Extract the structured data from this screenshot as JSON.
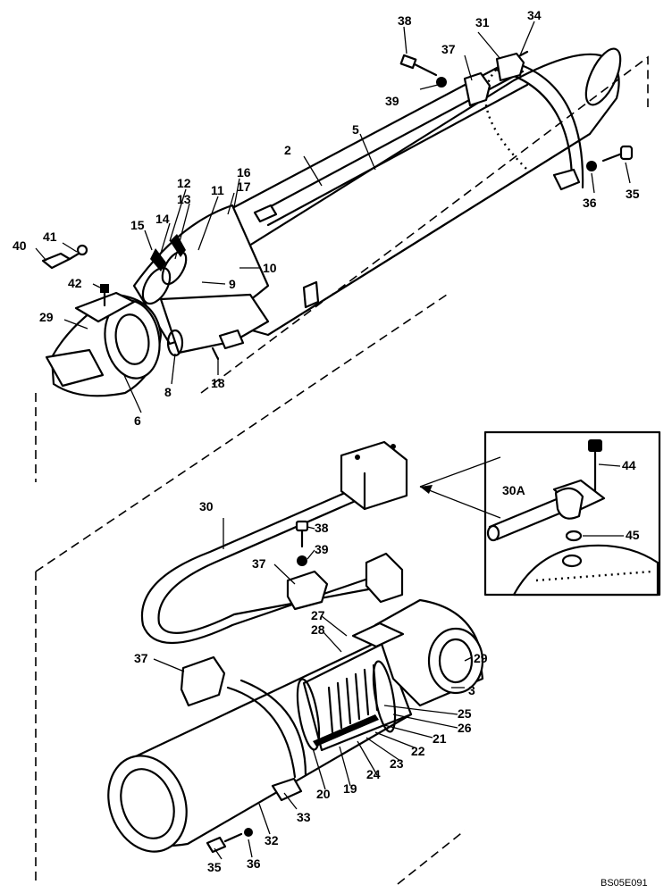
{
  "callouts": {
    "c2": "2",
    "c3": "3",
    "c5": "5",
    "c6": "6",
    "c8": "8",
    "c9": "9",
    "c10": "10",
    "c11": "11",
    "c12": "12",
    "c13": "13",
    "c14": "14",
    "c15": "15",
    "c16": "16",
    "c17": "17",
    "c18": "18",
    "c19": "19",
    "c20": "20",
    "c21": "21",
    "c22": "22",
    "c23": "23",
    "c24": "24",
    "c25": "25",
    "c26": "26",
    "c27": "27",
    "c28": "28",
    "c29a": "29",
    "c29b": "29",
    "c30": "30",
    "c30a": "30A",
    "c31": "31",
    "c32": "32",
    "c33": "33",
    "c34": "34",
    "c35a": "35",
    "c35b": "35",
    "c36a": "36",
    "c36b": "36",
    "c37a": "37",
    "c37b": "37",
    "c37c": "37",
    "c38a": "38",
    "c38b": "38",
    "c39a": "39",
    "c39b": "39",
    "c40": "40",
    "c41": "41",
    "c42": "42",
    "c44": "44",
    "c45": "45"
  },
  "drawing_code": "BS05E091"
}
